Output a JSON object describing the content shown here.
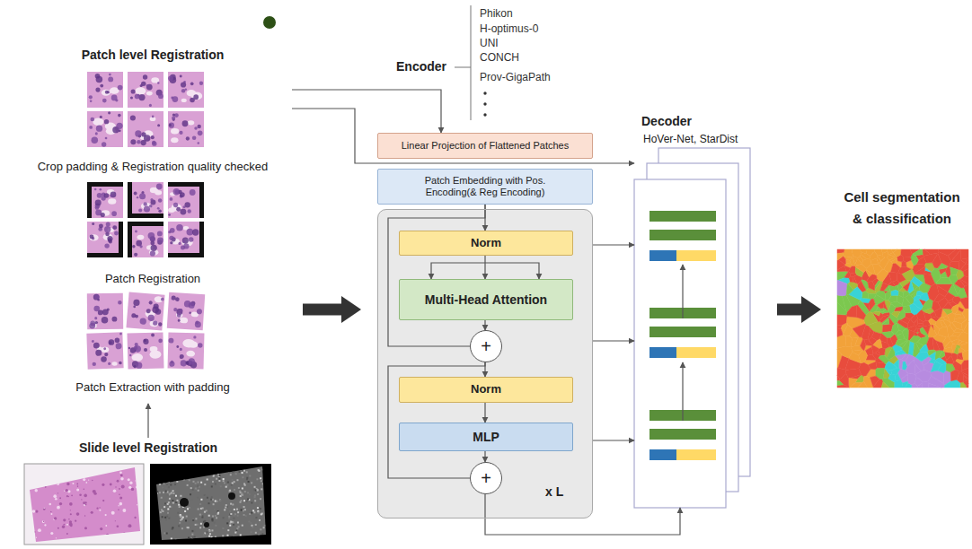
{
  "diagram": {
    "nodes": [
      {
        "text": [
          "Patch level Registration",
          "Crop padding & Registration quality checked",
          "Patch Registration",
          "Patch Extraction with padding"
        ]
      },
      {
        "text": [
          "Slide level Registration"
        ]
      },
      {
        "text": [
          "Linear Projection of Flattened Patches"
        ]
      },
      {
        "text": [
          "Patch Embedding with Pos. Encoding(& Reg Encoding)"
        ]
      },
      {
        "text": [
          "x L"
        ]
      },
      {
        "text": [
          "Norm"
        ],
        "in": 4
      },
      {
        "text": [
          "Multi-Head Attention"
        ],
        "in": 4
      },
      {
        "text": [
          "+"
        ],
        "in": 4
      },
      {
        "text": [
          "Norm"
        ],
        "in": 4
      },
      {
        "text": [
          "MLP"
        ],
        "in": 4
      },
      {
        "text": [
          "+"
        ],
        "in": 4
      },
      {
        "text": [
          "Decoder",
          "HoVer-Net, StarDist"
        ]
      },
      {
        "text": [
          "Cell segmentation & classification"
        ]
      }
    ],
    "edges": [
      {
        "from": 1,
        "to": 0,
        "arrow": "to"
      },
      {
        "from": 0,
        "to": 2,
        "arrow": "to"
      },
      {
        "from": 0,
        "to": 11,
        "arrow": "to"
      },
      {
        "from": 0,
        "to": 4,
        "arrow": "to"
      },
      {
        "from": 3,
        "to": 5,
        "arrow": "to"
      },
      {
        "from": 5,
        "to": 6,
        "arrow": "to"
      },
      {
        "from": 6,
        "to": 7,
        "arrow": "to"
      },
      {
        "from": 3,
        "to": 7,
        "arrow": "none"
      },
      {
        "from": 7,
        "to": 8,
        "arrow": "to"
      },
      {
        "from": 8,
        "to": 9,
        "arrow": "to"
      },
      {
        "from": 9,
        "to": 10,
        "arrow": "to"
      },
      {
        "from": 7,
        "to": 10,
        "arrow": "none"
      },
      {
        "from": 4,
        "to": 11,
        "arrow": "to"
      },
      {
        "from": 4,
        "to": 11,
        "arrow": "to"
      },
      {
        "from": 4,
        "to": 11,
        "arrow": "to"
      },
      {
        "from": 10,
        "to": 11,
        "arrow": "to"
      },
      {
        "from": 11,
        "to": 12,
        "arrow": "to"
      }
    ],
    "labels": [
      "Encoder",
      "Phikon",
      "H-optimus-0",
      "UNI",
      "CONCH",
      "Prov-GigaPath"
    ]
  }
}
